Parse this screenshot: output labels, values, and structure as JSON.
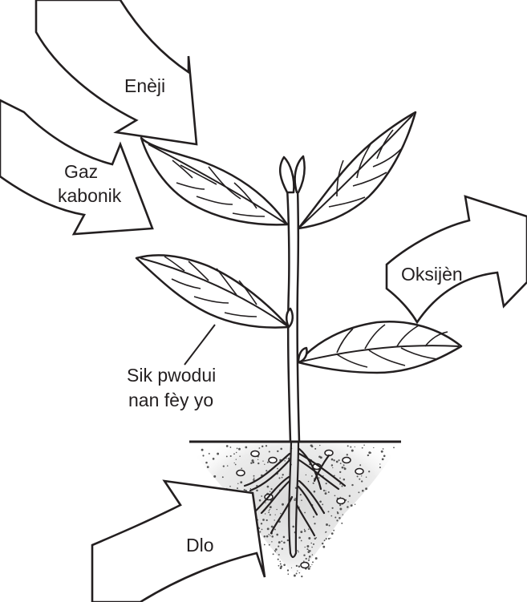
{
  "labels": {
    "energy": "Enèji",
    "co2_line1": "Gaz",
    "co2_line2": "kabonik",
    "oxygen": "Oksijèn",
    "sugar_line1": "Sik pwodui",
    "sugar_line2": "nan fèy yo",
    "water": "Dlo"
  },
  "colors": {
    "ink": "#231f20",
    "soil_speckle": "#555555",
    "background": "#ffffff"
  },
  "icons": {
    "arrows": [
      "energy-arrow",
      "co2-arrow",
      "oxygen-arrow",
      "water-arrow"
    ]
  }
}
